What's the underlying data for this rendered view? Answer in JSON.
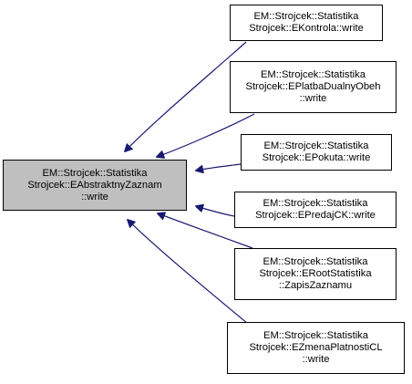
{
  "diagram": {
    "root": {
      "lines": [
        "EM::Strojcek::Statistika",
        "Strojcek::EAbstraktnyZaznam",
        "::write"
      ],
      "fill": "#bfbfbf"
    },
    "children": [
      {
        "lines": [
          "EM::Strojcek::Statistika",
          "Strojcek::EKontrola::write"
        ]
      },
      {
        "lines": [
          "EM::Strojcek::Statistika",
          "Strojcek::EPlatbaDualnyObeh",
          "::write"
        ]
      },
      {
        "lines": [
          "EM::Strojcek::Statistika",
          "Strojcek::EPokuta::write"
        ]
      },
      {
        "lines": [
          "EM::Strojcek::Statistika",
          "Strojcek::EPredajCK::write"
        ]
      },
      {
        "lines": [
          "EM::Strojcek::Statistika",
          "Strojcek::ERootStatistika",
          "::ZapisZaznamu"
        ]
      },
      {
        "lines": [
          "EM::Strojcek::Statistika",
          "Strojcek::EZmenaPlatnostiCL",
          "::write"
        ]
      }
    ],
    "colors": {
      "edge": "#191970",
      "node_fill": "#ffffff",
      "node_border": "#000000"
    }
  }
}
